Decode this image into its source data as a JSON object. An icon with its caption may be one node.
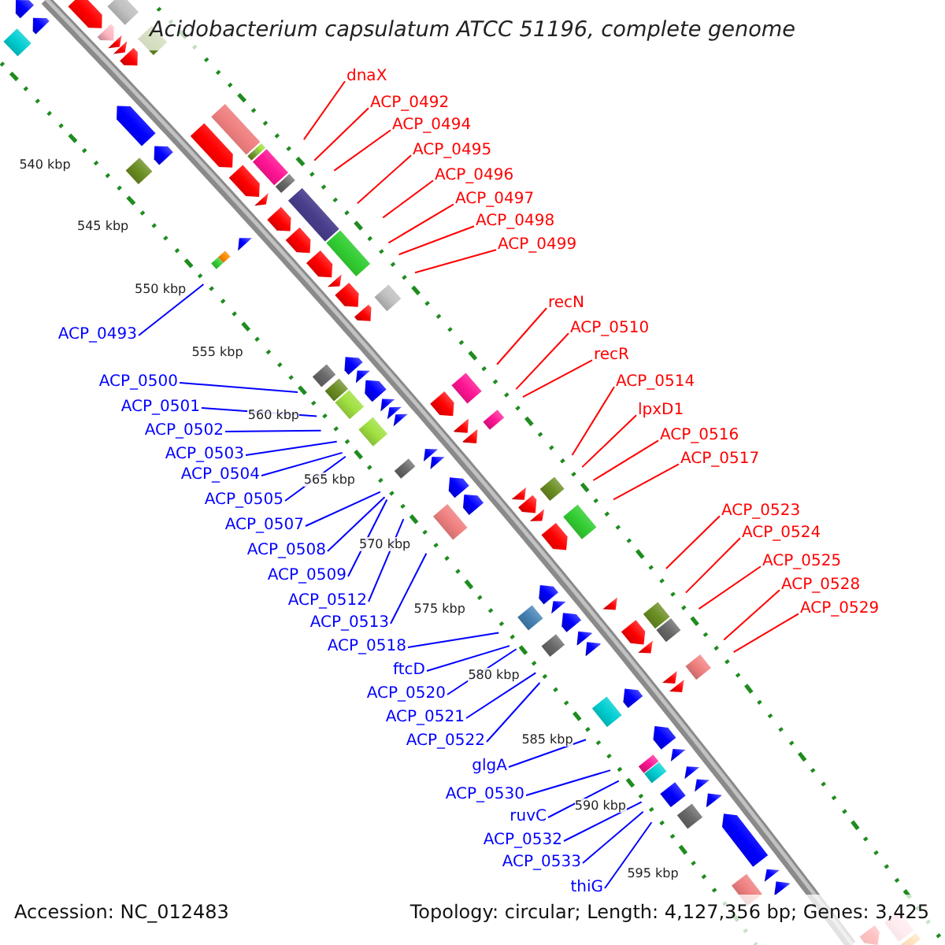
{
  "diagram": {
    "title": "Acidobacterium capsulatum ATCC 51196, complete genome",
    "nodes": [
      {
        "text": [
          "dnaX"
        ]
      },
      {
        "text": [
          "ACP_0492"
        ]
      },
      {
        "text": [
          "ACP_0494"
        ]
      },
      {
        "text": [
          "ACP_0495"
        ]
      },
      {
        "text": [
          "ACP_0496"
        ]
      },
      {
        "text": [
          "ACP_0497"
        ]
      },
      {
        "text": [
          "ACP_0498"
        ]
      },
      {
        "text": [
          "ACP_0499"
        ]
      },
      {
        "text": [
          "recN"
        ]
      },
      {
        "text": [
          "ACP_0510"
        ]
      },
      {
        "text": [
          "ACP_0493"
        ]
      },
      {
        "text": [
          "recR"
        ]
      },
      {
        "text": [
          "ACP_0500"
        ]
      },
      {
        "text": [
          "ACP_0514"
        ]
      },
      {
        "text": [
          "ACP_0501"
        ]
      },
      {
        "text": [
          "lpxD1"
        ]
      },
      {
        "text": [
          "ACP_0502"
        ]
      },
      {
        "text": [
          "ACP_0516"
        ]
      },
      {
        "text": [
          "ACP_0503"
        ]
      },
      {
        "text": [
          "ACP_0517"
        ]
      },
      {
        "text": [
          "ACP_0504"
        ]
      },
      {
        "text": [
          "ACP_0505"
        ]
      },
      {
        "text": [
          "ACP_0523"
        ]
      },
      {
        "text": [
          "ACP_0507"
        ]
      },
      {
        "text": [
          "ACP_0524"
        ]
      },
      {
        "text": [
          "ACP_0508"
        ]
      },
      {
        "text": [
          "ACP_0525"
        ]
      },
      {
        "text": [
          "ACP_0509"
        ]
      },
      {
        "text": [
          "ACP_0528"
        ]
      },
      {
        "text": [
          "ACP_0512"
        ]
      },
      {
        "text": [
          "ACP_0529"
        ]
      },
      {
        "text": [
          "ACP_0513"
        ]
      },
      {
        "text": [
          "ACP_0518"
        ]
      },
      {
        "text": [
          "ftcD"
        ]
      },
      {
        "text": [
          "ACP_0520"
        ]
      },
      {
        "text": [
          "ACP_0521"
        ]
      },
      {
        "text": [
          "ACP_0522"
        ]
      },
      {
        "text": [
          "glgA"
        ]
      },
      {
        "text": [
          "ACP_0530"
        ]
      },
      {
        "text": [
          "ruvC"
        ]
      },
      {
        "text": [
          "ACP_0532"
        ]
      },
      {
        "text": [
          "ACP_0533"
        ]
      },
      {
        "text": [
          "thiG"
        ]
      }
    ],
    "edges": [
      {
        "from": 0,
        "to": null,
        "arrow": "none",
        "color": "#ff0000"
      },
      {
        "from": 1,
        "to": null,
        "arrow": "none",
        "color": "#ff0000"
      },
      {
        "from": 2,
        "to": null,
        "arrow": "none",
        "color": "#ff0000"
      },
      {
        "from": 3,
        "to": null,
        "arrow": "none",
        "color": "#ff0000"
      },
      {
        "from": 4,
        "to": null,
        "arrow": "none",
        "color": "#ff0000"
      },
      {
        "from": 5,
        "to": null,
        "arrow": "none",
        "color": "#ff0000"
      },
      {
        "from": 6,
        "to": null,
        "arrow": "none",
        "color": "#ff0000"
      },
      {
        "from": 7,
        "to": null,
        "arrow": "none",
        "color": "#ff0000"
      },
      {
        "from": 8,
        "to": null,
        "arrow": "none",
        "color": "#ff0000"
      },
      {
        "from": 9,
        "to": null,
        "arrow": "none",
        "color": "#ff0000"
      },
      {
        "from": 10,
        "to": null,
        "arrow": "none"
      },
      {
        "from": 11,
        "to": null,
        "arrow": "none",
        "color": "#ff0000"
      },
      {
        "from": 12,
        "to": null,
        "arrow": "none"
      },
      {
        "from": 13,
        "to": null,
        "arrow": "none",
        "color": "#ff0000"
      },
      {
        "from": 14,
        "to": null,
        "arrow": "none"
      },
      {
        "from": 15,
        "to": null,
        "arrow": "none",
        "color": "#ff0000"
      },
      {
        "from": 16,
        "to": null,
        "arrow": "none"
      },
      {
        "from": 17,
        "to": null,
        "arrow": "none",
        "color": "#ff0000"
      },
      {
        "from": 18,
        "to": null,
        "arrow": "none"
      },
      {
        "from": 19,
        "to": null,
        "arrow": "none",
        "color": "#ff0000"
      },
      {
        "from": 20,
        "to": null,
        "arrow": "none"
      },
      {
        "from": 21,
        "to": null,
        "arrow": "none"
      },
      {
        "from": 22,
        "to": null,
        "arrow": "none",
        "color": "#ff0000"
      },
      {
        "from": 23,
        "to": null,
        "arrow": "none"
      },
      {
        "from": 24,
        "to": null,
        "arrow": "none",
        "color": "#ff0000"
      },
      {
        "from": 25,
        "to": null,
        "arrow": "none"
      },
      {
        "from": 26,
        "to": null,
        "arrow": "none",
        "color": "#ff0000"
      },
      {
        "from": 27,
        "to": null,
        "arrow": "none"
      },
      {
        "from": 28,
        "to": null,
        "arrow": "none",
        "color": "#ff0000"
      },
      {
        "from": 29,
        "to": null,
        "arrow": "none"
      },
      {
        "from": 30,
        "to": null,
        "arrow": "none",
        "color": "#ff0000"
      },
      {
        "from": 31,
        "to": null,
        "arrow": "none"
      },
      {
        "from": 32,
        "to": null,
        "arrow": "none"
      },
      {
        "from": 33,
        "to": null,
        "arrow": "none"
      },
      {
        "from": 34,
        "to": null,
        "arrow": "none"
      },
      {
        "from": 35,
        "to": null,
        "arrow": "none"
      },
      {
        "from": 36,
        "to": null,
        "arrow": "none"
      },
      {
        "from": 37,
        "to": null,
        "arrow": "none"
      },
      {
        "from": 38,
        "to": null,
        "arrow": "none"
      },
      {
        "from": 39,
        "to": null,
        "arrow": "none"
      },
      {
        "from": 40,
        "to": null,
        "arrow": "none"
      },
      {
        "from": 41,
        "to": null,
        "arrow": "none"
      },
      {
        "from": 42,
        "to": null,
        "arrow": "none"
      }
    ],
    "labels": [
      "540 kbp",
      "545 kbp",
      "550 kbp",
      "555 kbp",
      "560 kbp",
      "565 kbp",
      "570 kbp",
      "575 kbp",
      "580 kbp",
      "585 kbp",
      "590 kbp",
      "595 kbp",
      "Accession: NC_012483",
      "Topology: circular; Length: 4,127,356 bp; Genes: 3,425"
    ]
  }
}
